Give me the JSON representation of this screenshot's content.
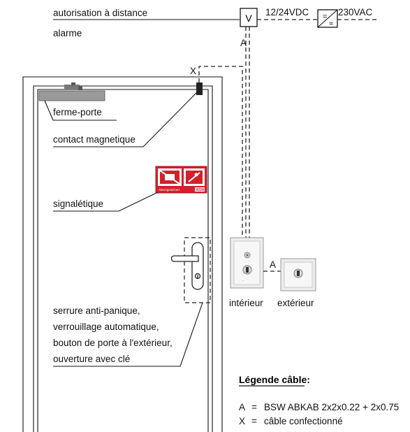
{
  "labels": {
    "remote_auth": "autorisation à distance",
    "alarm": "alarme",
    "voltage_module": "V",
    "dc_voltage": "12/24VDC",
    "ac_voltage": "230VAC",
    "psu_dc_symbol": "=",
    "psu_ac_symbol": "≈",
    "wire_a_top": "A",
    "wire_x": "X",
    "wire_a_mid": "A",
    "door_closer": "ferme-porte",
    "mag_contact": "contact magnetique",
    "signage": "signalétique",
    "signage_small_text": "Alarmgesichert",
    "signage_logo": "BSW",
    "lock_lines": [
      "serrure anti-panique,",
      "verrouillage automatique,",
      "bouton de porte à l'extérieur,",
      "ouverture avec clé"
    ],
    "interior": "intérieur",
    "exterior": "extérieur"
  },
  "legend": {
    "title": "Légende câble:",
    "rows": [
      {
        "key": "A",
        "sep": "=",
        "value": "BSW ABKAB 2x2x0.22 + 2x0.75"
      },
      {
        "key": "X",
        "sep": "=",
        "value": "câble confectionné"
      }
    ]
  },
  "colors": {
    "signage_red": "#d4202a",
    "closer_gray": "#9a9a9a",
    "switch_bg": "#ececec"
  }
}
